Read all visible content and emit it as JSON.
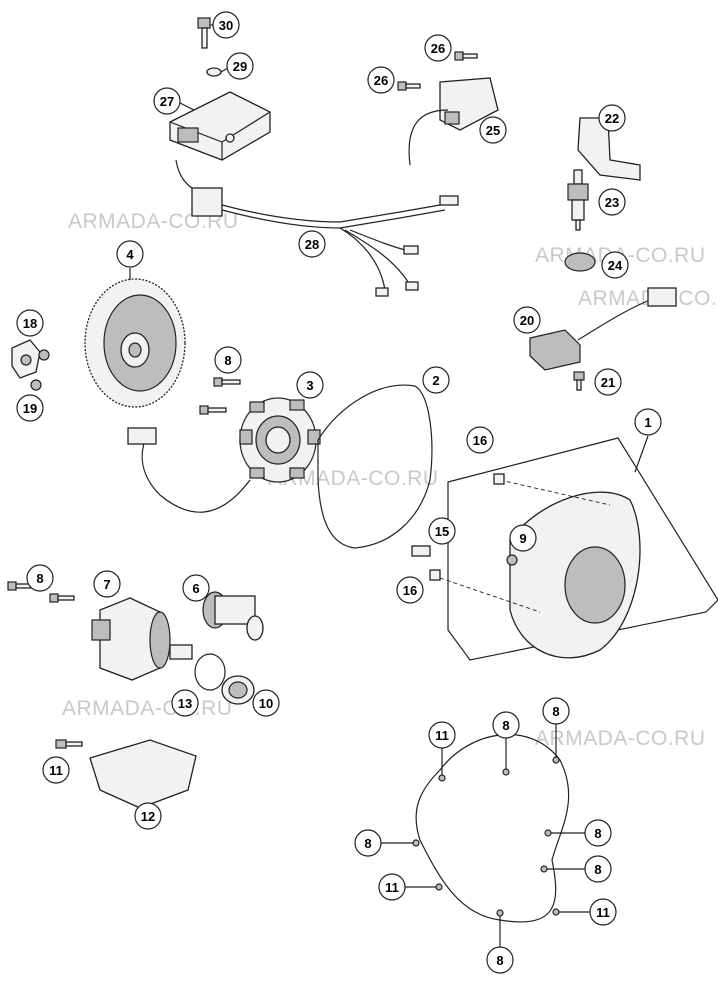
{
  "watermarks": [
    "ARMADA-CO.RU",
    "ARMADA-CO.RU",
    "ARMADA-CO.RU",
    "ARMADA-CO.RU",
    "ARMADA-CO.RU",
    "ARMADA-CO.RU"
  ],
  "callouts": [
    "30",
    "29",
    "27",
    "28",
    "26",
    "26",
    "25",
    "22",
    "23",
    "24",
    "20",
    "21",
    "4",
    "18",
    "19",
    "8",
    "3",
    "2",
    "1",
    "16",
    "9",
    "15",
    "16",
    "8",
    "7",
    "6",
    "13",
    "10",
    "11",
    "12",
    "11",
    "8",
    "8",
    "8",
    "8",
    "8",
    "11",
    "8"
  ]
}
